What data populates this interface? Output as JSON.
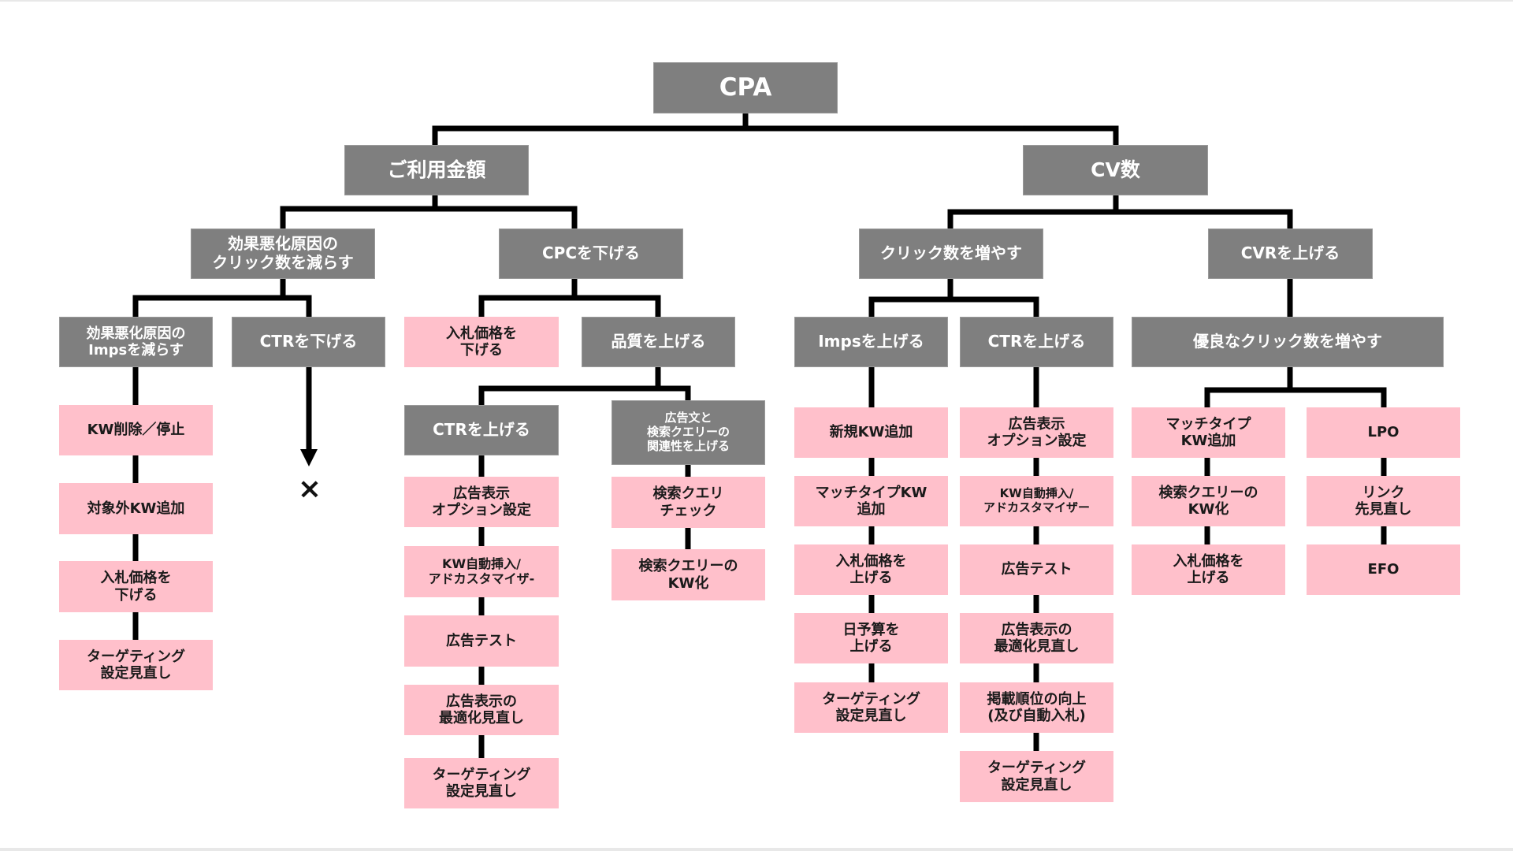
{
  "diagram": {
    "title": "CPA",
    "colors": {
      "category_box": "#7f7f7f",
      "action_box": "#ffc0cb",
      "connector": "#000000"
    },
    "root": {
      "id": "cpa",
      "label": "CPA"
    },
    "level1": [
      {
        "id": "spend",
        "label": "ご利用金額"
      },
      {
        "id": "cv",
        "label": "CV数"
      }
    ],
    "level2": [
      {
        "id": "reduce-bad-clicks",
        "label": "効果悪化原因の\nクリック数を減らす"
      },
      {
        "id": "lower-cpc",
        "label": "CPCを下げる"
      },
      {
        "id": "increase-clicks",
        "label": "クリック数を増やす"
      },
      {
        "id": "raise-cvr",
        "label": "CVRを上げる"
      }
    ],
    "level3": [
      {
        "id": "reduce-bad-imps",
        "label": "効果悪化原因の\nImpsを減らす"
      },
      {
        "id": "lower-ctr",
        "label": "CTRを下げる"
      },
      {
        "id": "lower-bid",
        "label": "入札価格を\n下げる",
        "type": "action"
      },
      {
        "id": "raise-quality",
        "label": "品質を上げる"
      },
      {
        "id": "raise-imps",
        "label": "Impsを上げる"
      },
      {
        "id": "raise-ctr-r",
        "label": "CTRを上げる"
      },
      {
        "id": "increase-good-clicks",
        "label": "優良なクリック数を増やす"
      }
    ],
    "level4": [
      {
        "id": "raise-ctr-m",
        "label": "CTRを上げる"
      },
      {
        "id": "raise-relevance",
        "label": "広告文と\n検索クエリーの\n関連性を上げる"
      }
    ],
    "lower_ctr_result": "×",
    "actions": {
      "reduce_bad_imps": [
        "KW削除／停止",
        "対象外KW追加",
        "入札価格を\n下げる",
        "ターゲティング\n設定見直し"
      ],
      "raise_ctr_m": [
        "広告表示\nオプション設定",
        "KW自動挿入/\nアドカスタマイザ-",
        "広告テスト",
        "広告表示の\n最適化見直し",
        "ターゲティング\n設定見直し"
      ],
      "raise_relevance": [
        "検索クエリ\nチェック",
        "検索クエリーの\nKW化"
      ],
      "raise_imps": [
        "新規KW追加",
        "マッチタイプKW\n追加",
        "入札価格を\n上げる",
        "日予算を\n上げる",
        "ターゲティング\n設定見直し"
      ],
      "raise_ctr_r": [
        "広告表示\nオプション設定",
        "KW自動挿入/\nアドカスタマイザー",
        "広告テスト",
        "広告表示の\n最適化見直し",
        "掲載順位の向上\n(及び自動入札)",
        "ターゲティング\n設定見直し"
      ],
      "good_clicks_left": [
        "マッチタイプ\nKW追加",
        "検索クエリーの\nKW化",
        "入札価格を\n上げる"
      ],
      "good_clicks_right": [
        "LPO",
        "リンク\n先見直し",
        "EFO"
      ]
    }
  }
}
